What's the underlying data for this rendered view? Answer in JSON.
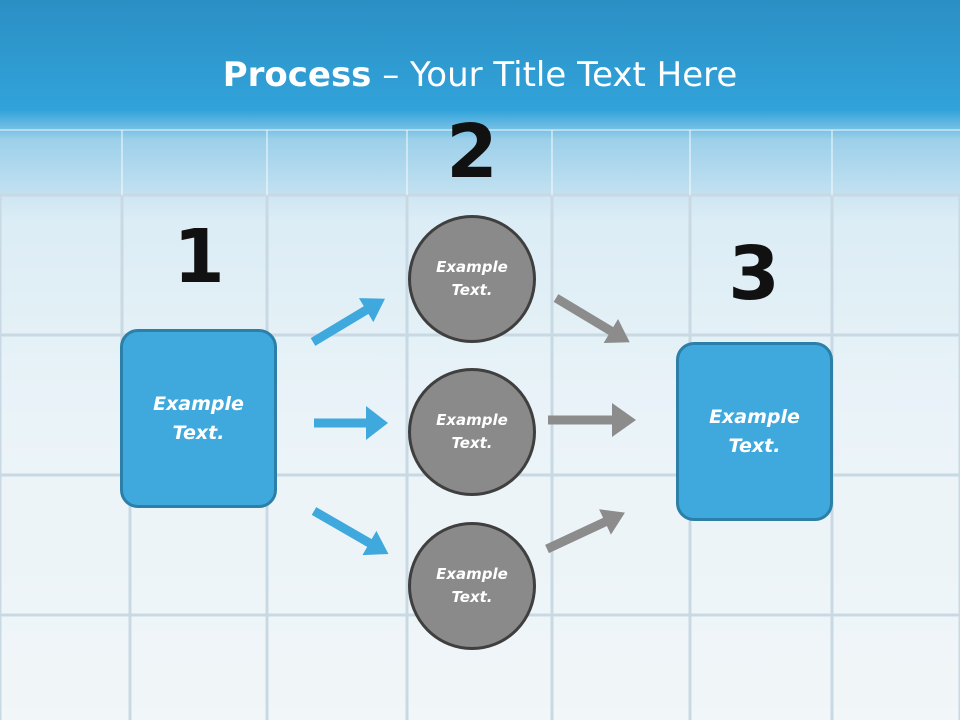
{
  "slide": {
    "title_bold": "Process",
    "title_rest": " – Your Title Text Here"
  },
  "steps": {
    "one": {
      "number": "1",
      "label": "Example\nText."
    },
    "two": {
      "number": "2",
      "circles": [
        {
          "label": "Example\nText."
        },
        {
          "label": "Example\nText."
        },
        {
          "label": "Example\nText."
        }
      ]
    },
    "three": {
      "number": "3",
      "label": "Example\nText."
    }
  },
  "colors": {
    "header": "#2b8fc4",
    "box_fill": "#3fa9dd",
    "box_border": "#2b7fa8",
    "circle_fill": "#8a8a8a",
    "circle_border": "#3f3f3f",
    "blue_arrow": "#3fa9dd",
    "gray_arrow": "#8c8c8c"
  }
}
